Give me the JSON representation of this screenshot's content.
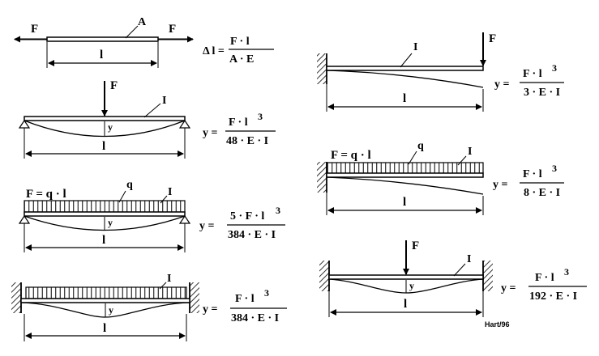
{
  "labels": {
    "force": "F",
    "area": "A",
    "length": "l",
    "inertia": "I",
    "load": "q",
    "deflection": "y",
    "signature": "Hart/96"
  },
  "formulas": {
    "axial": {
      "lhs": "Δ l =",
      "num": "F · l",
      "den": "A · E"
    },
    "simple_point": {
      "lhs": "y =",
      "num": "F · l",
      "exp": "3",
      "den": "48 · E · I"
    },
    "simple_uniform": {
      "lhs": "y =",
      "num": "5 · F · l",
      "exp": "3",
      "den": "384 · E · I",
      "load_eq": "F = q · l"
    },
    "fixed_uniform": {
      "lhs": "y =",
      "num": "F · l",
      "exp": "3",
      "den": "384 · E · I"
    },
    "cantilever_point": {
      "lhs": "y =",
      "num": "F · l",
      "exp": "3",
      "den": "3 · E · I"
    },
    "cantilever_uniform": {
      "lhs": "y =",
      "num": "F · l",
      "exp": "3",
      "den": "8 · E · I",
      "load_eq": "F = q · l"
    },
    "fixed_point": {
      "lhs": "y =",
      "num": "F · l",
      "exp": "3",
      "den": "192 · E · I"
    }
  }
}
